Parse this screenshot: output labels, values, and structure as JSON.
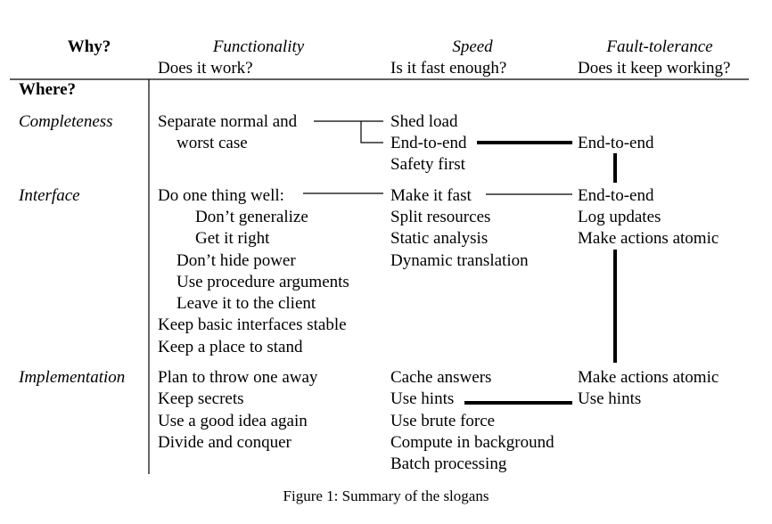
{
  "header": {
    "why": "Why?",
    "functionality": {
      "title": "Functionality",
      "question": "Does it work?"
    },
    "speed": {
      "title": "Speed",
      "question": "Is it fast enough?"
    },
    "fault": {
      "title": "Fault-tolerance",
      "question": "Does it keep working?"
    },
    "where": "Where?"
  },
  "rows": {
    "completeness": {
      "label": "Completeness",
      "functionality": [
        "Separate normal and",
        "worst case"
      ],
      "speed": [
        "Shed load",
        "End-to-end",
        "Safety first"
      ],
      "fault": [
        "End-to-end"
      ]
    },
    "interface": {
      "label": "Interface",
      "functionality": [
        "Do one thing well:",
        "Don’t generalize",
        "Get it right",
        "Don’t hide power",
        "Use procedure arguments",
        "Leave it to the client",
        "Keep basic interfaces stable",
        "Keep a place to stand"
      ],
      "speed": [
        "Make it fast",
        "Split resources",
        "Static analysis",
        "Dynamic translation"
      ],
      "fault": [
        "End-to-end",
        "Log updates",
        "Make actions atomic"
      ]
    },
    "implementation": {
      "label": "Implementation",
      "functionality": [
        "Plan to throw one away",
        "Keep secrets",
        "Use a good idea again",
        "Divide and conquer"
      ],
      "speed": [
        "Cache answers",
        "Use hints",
        "Use brute force",
        "Compute in background",
        "Batch processing"
      ],
      "fault": [
        "Make actions atomic",
        "Use hints"
      ]
    }
  },
  "caption": "Figure 1: Summary of the slogans"
}
